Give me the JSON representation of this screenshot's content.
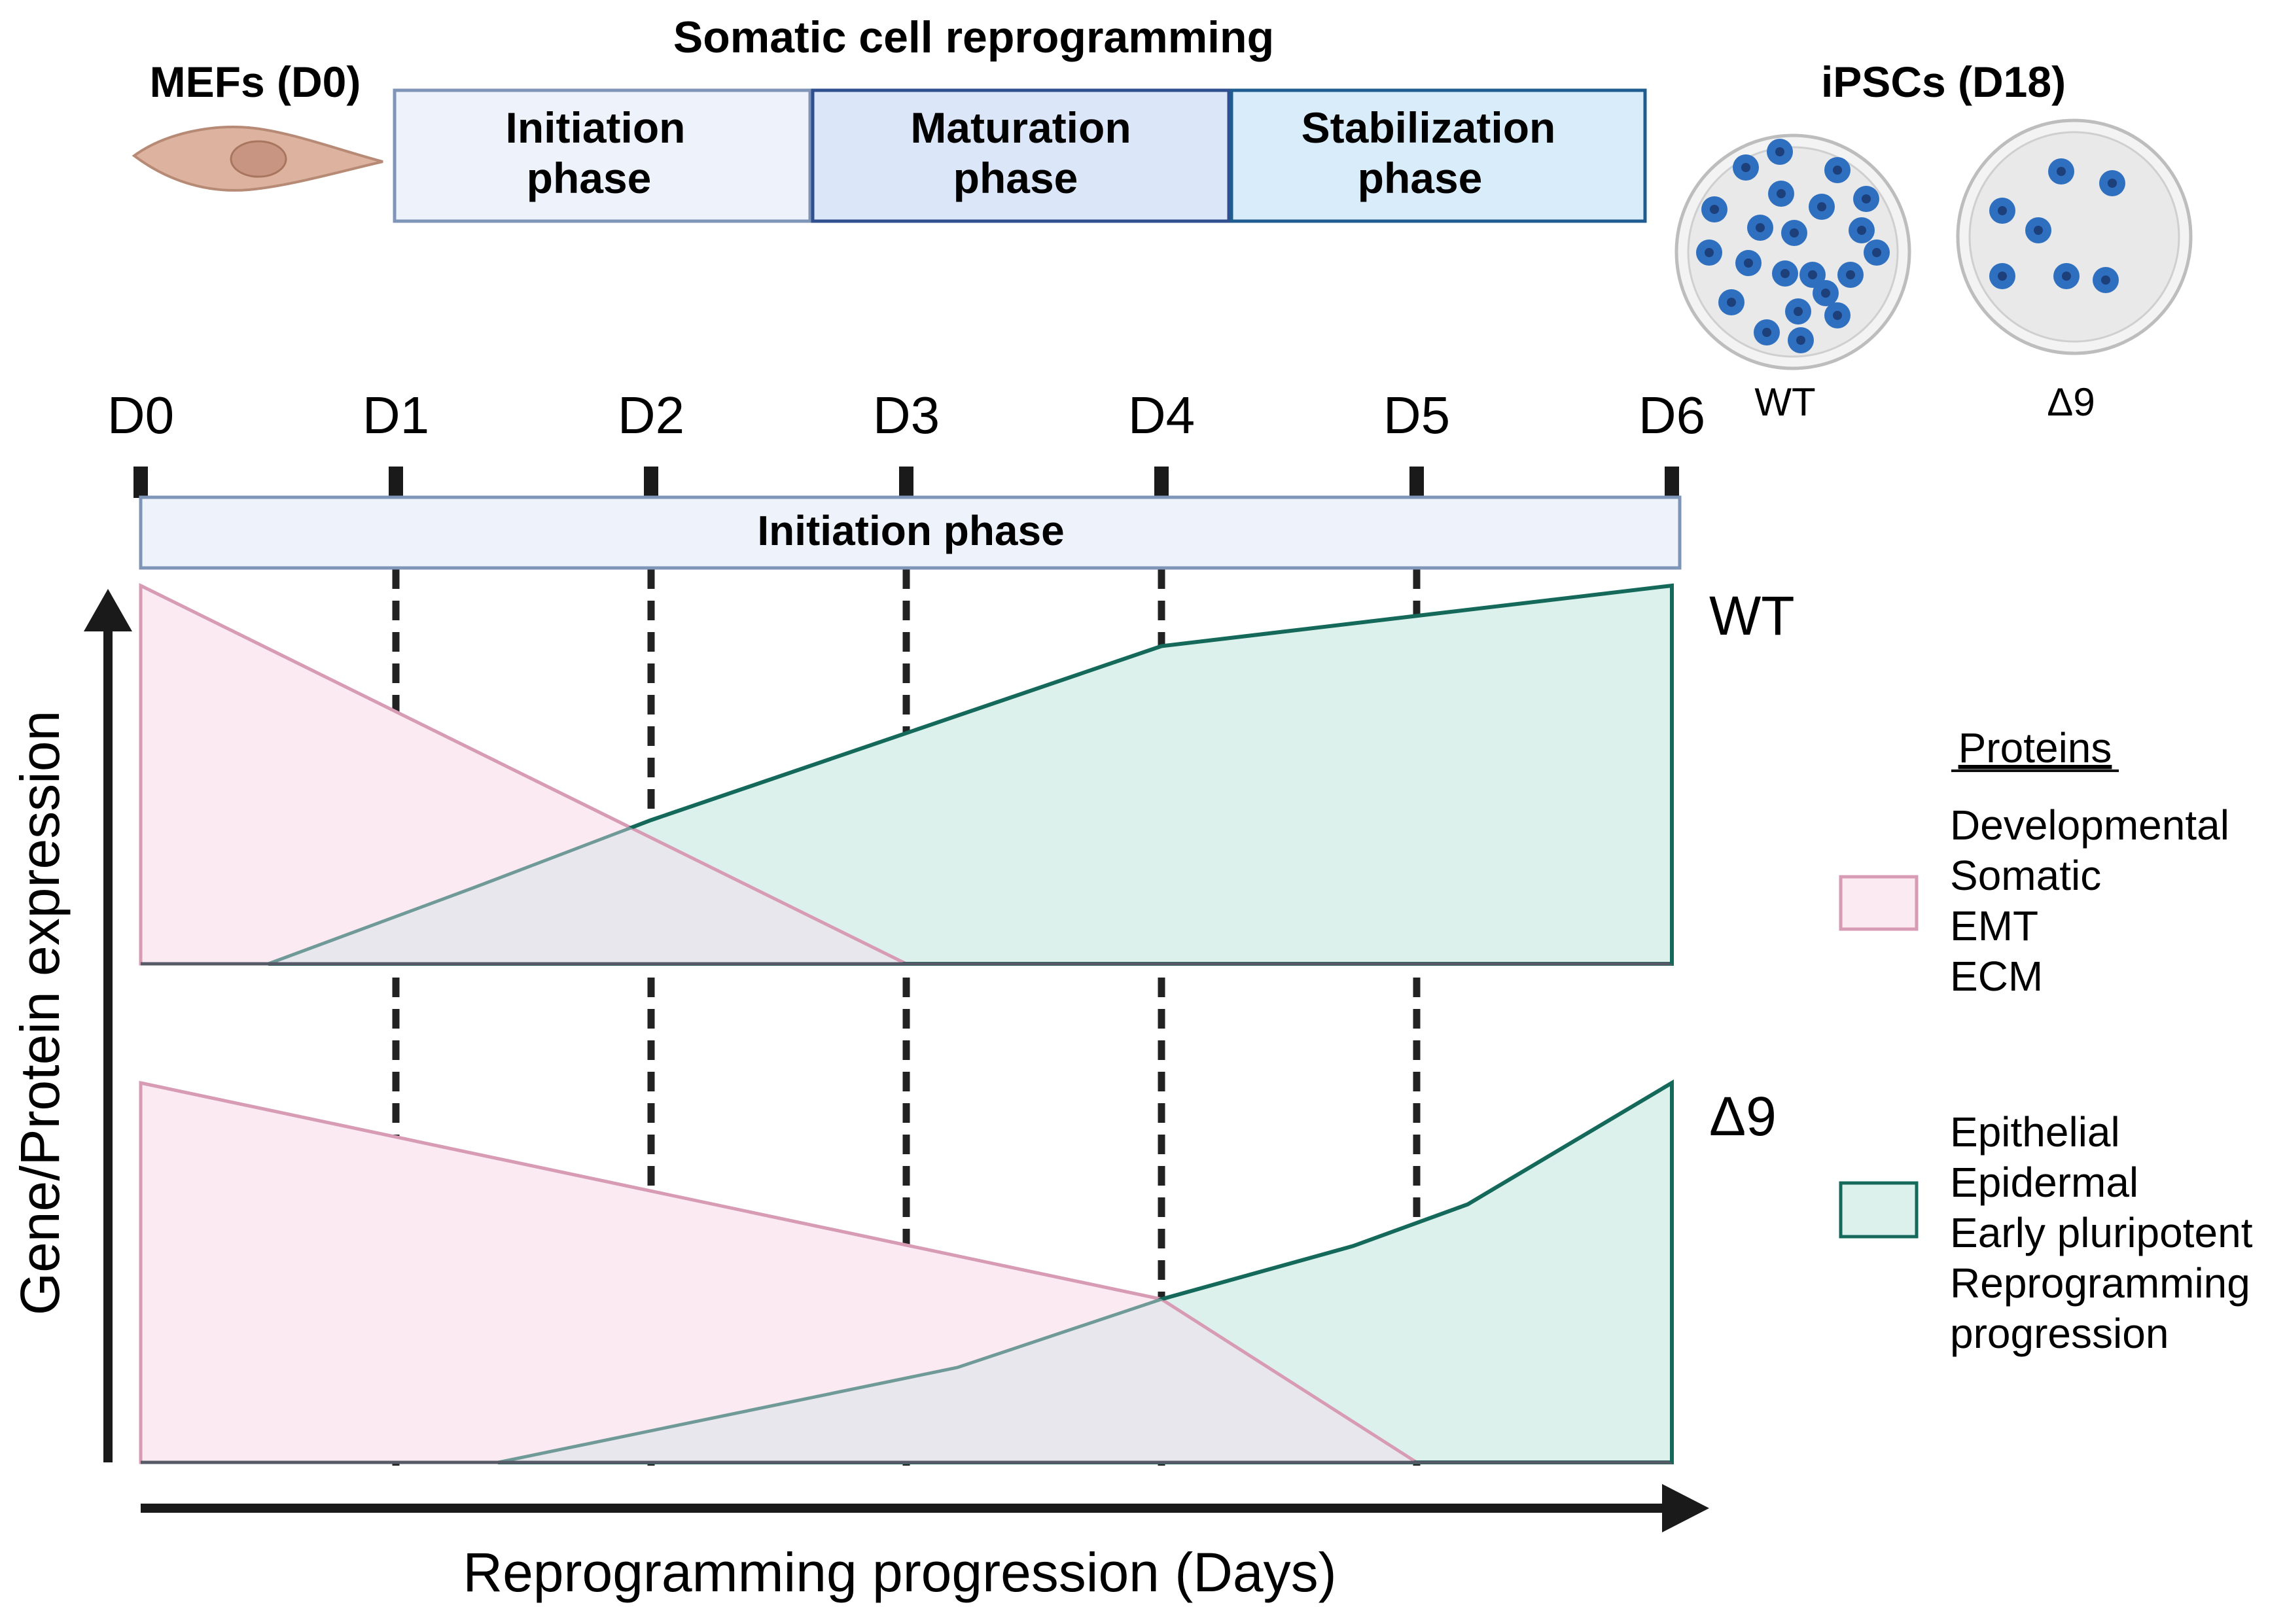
{
  "header": {
    "title": "Somatic cell reprogramming",
    "start_label": "MEFs (D0)",
    "end_label": "iPSCs (D18)",
    "phases": [
      {
        "line1": "Initiation",
        "line2": "phase",
        "fill": "#eef2fb",
        "stroke": "#7f95b8"
      },
      {
        "line1": "Maturation",
        "line2": "phase",
        "fill": "#dbe6f8",
        "stroke": "#2f4f8f"
      },
      {
        "line1": "Stabilization",
        "line2": "phase",
        "fill": "#d9ecfa",
        "stroke": "#1f5c8f"
      }
    ],
    "dishes": [
      {
        "label": "WT",
        "colonies": 22
      },
      {
        "label": "Δ9",
        "colonies": 7
      }
    ]
  },
  "timeline": {
    "days": [
      "D0",
      "D1",
      "D2",
      "D3",
      "D4",
      "D5",
      "D6"
    ],
    "bar_label": "Initiation phase"
  },
  "chart": {
    "y_axis_label": "Gene/Protein expression",
    "x_axis_label": "Reprogramming progression (Days)",
    "panels": [
      {
        "label": "WT",
        "somatic_decline_end_day": 3.0,
        "pluripotent_start_day": 0.5,
        "pluripotent_curve": [
          [
            0.5,
            0.0
          ],
          [
            1.3,
            0.2
          ],
          [
            2.0,
            0.38
          ],
          [
            3.0,
            0.61
          ],
          [
            4.0,
            0.84
          ],
          [
            6.0,
            1.0
          ]
        ]
      },
      {
        "label": "Δ9",
        "somatic_curve": [
          [
            0.0,
            1.0
          ],
          [
            4.0,
            0.43
          ],
          [
            5.0,
            0.0
          ]
        ],
        "pluripotent_start_day": 1.4,
        "pluripotent_curve": [
          [
            1.4,
            0.0
          ],
          [
            3.2,
            0.25
          ],
          [
            4.0,
            0.43
          ],
          [
            4.75,
            0.57
          ],
          [
            5.2,
            0.68
          ],
          [
            6.0,
            1.0
          ]
        ]
      }
    ]
  },
  "legend": {
    "title": "Proteins",
    "groups": [
      {
        "items": [
          "Developmental",
          "Somatic",
          "EMT",
          "ECM"
        ],
        "fill": "#fbeaf1",
        "stroke": "#d79bb4"
      },
      {
        "items": [
          "Epithelial",
          "Epidermal",
          "Early pluripotent",
          "Reprogramming",
          "progression"
        ],
        "fill": "#dcf1ec",
        "stroke": "#14695a"
      }
    ]
  },
  "colors": {
    "somatic_fill": "#fbeaf1",
    "somatic_stroke": "#d79bb4",
    "pluripotent_fill": "#dcf1ec",
    "pluripotent_stroke": "#14695a",
    "overlap_fill": "#e9e7ee",
    "overlap_stroke": "#6f9a98",
    "dish_colony": "#2f6fbf",
    "cell_fill": "#ddb3a0"
  }
}
